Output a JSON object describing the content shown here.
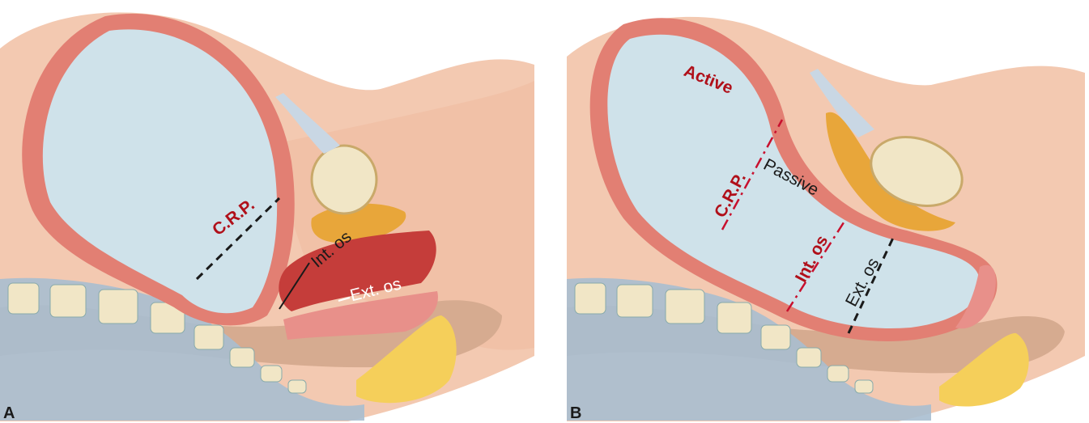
{
  "panels": [
    {
      "letter": "A",
      "labels": {
        "crp": "C.R.P.",
        "int_os": "Int. os",
        "ext_os": "Ext. os"
      }
    },
    {
      "letter": "B",
      "labels": {
        "active": "Active",
        "crp": "C.R.P.",
        "passive": "Passive",
        "int_os": "Int. os",
        "ext_os": "Ext. os"
      }
    }
  ],
  "colors": {
    "skin": "#f3c9b1",
    "uterus_wall": "#e27f73",
    "amniotic_fluid": "#cfe2ea",
    "bone": "#f1e6c6",
    "disc": "#a9bed0",
    "bladder": "#e8a63a",
    "fat": "#f5cf5a",
    "rectum": "#d6ab90",
    "dashed_line": "#1a1a1a",
    "red_dashed_line": "#c8102e"
  }
}
